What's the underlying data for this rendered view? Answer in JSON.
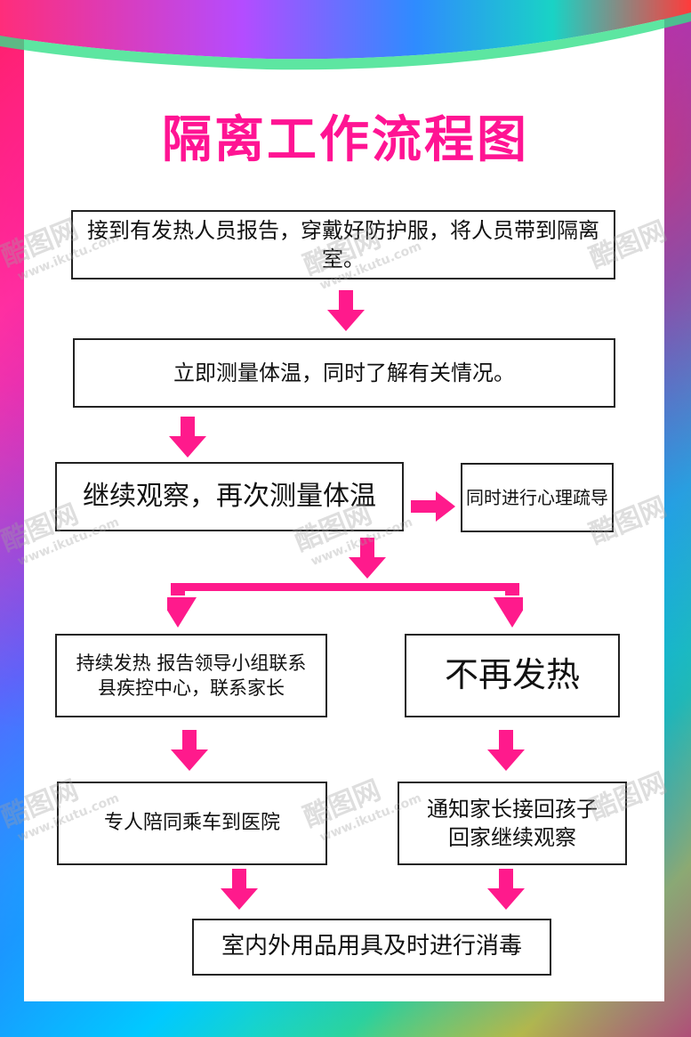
{
  "title": "隔离工作流程图",
  "colors": {
    "title": "#ff1493",
    "arrow": "#ff1a8c",
    "border": "#222222",
    "panel": "#ffffff"
  },
  "steps": {
    "step1": "接到有发热人员报告，穿戴好防护服，将人员带到隔离室。",
    "step2": "立即测量体温，同时了解有关情况。",
    "step3": "继续观察，再次测量体温",
    "side": "同时进行心理疏导",
    "left1_line1": "持续发热 报告领导小组联系",
    "left1_line2": "县疾控中心，联系家长",
    "right1": "不再发热",
    "left2": "专人陪同乘车到医院",
    "right2_line1": "通知家长接回孩子",
    "right2_line2": "回家继续观察",
    "final": "室内外用品用具及时进行消毒"
  },
  "watermark": {
    "logo": "酷图网",
    "url": "www.ikutu.com"
  }
}
